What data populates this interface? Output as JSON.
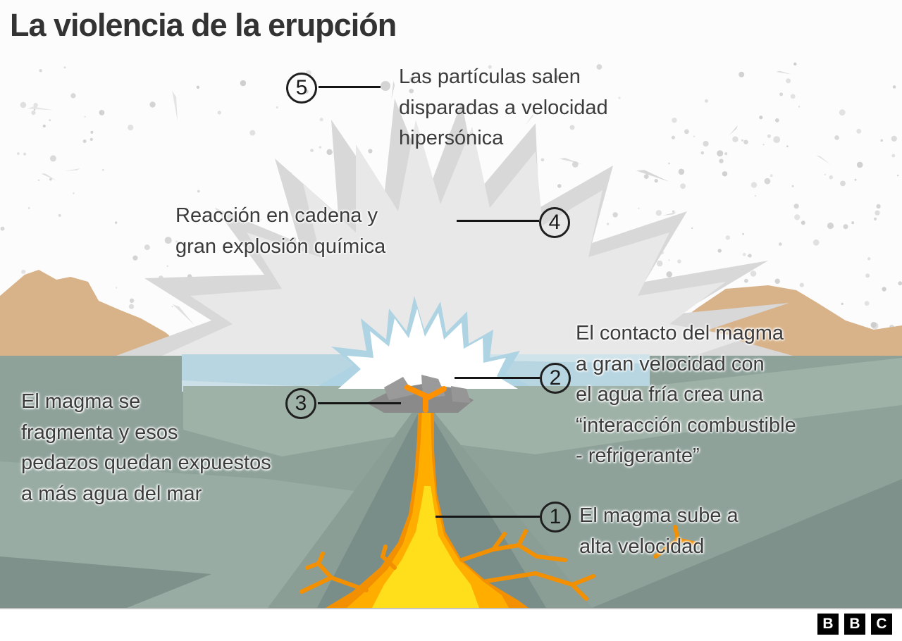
{
  "title": "La violencia de la erupción",
  "annotations": [
    {
      "num": "1",
      "text": "El magma sube a\nalta velocidad"
    },
    {
      "num": "2",
      "text": "El contacto del magma\na gran velocidad con\nel agua fría crea una\n“interacción combustible\n- refrigerante”"
    },
    {
      "num": "3",
      "text": "El magma se\nfragmenta y esos\npedazos quedan expuestos\na más agua del mar"
    },
    {
      "num": "4",
      "text": "Reacción en cadena y\ngran explosión química"
    },
    {
      "num": "5",
      "text": "Las partículas salen\ndisparadas a velocidad\nhipersónica"
    }
  ],
  "logo": {
    "letters": [
      "B",
      "B",
      "C"
    ]
  },
  "colors": {
    "text": "#3b3b3b",
    "background": "#ffffff",
    "explosion_gray_dark": "#d8d8d8",
    "explosion_gray_light": "#e9e8e8",
    "water_blue": "#b7d6e2",
    "water_blue_light": "#d3e5ec",
    "sea_green_base": "#8ea29a",
    "mountain_tan": "#d8b288",
    "magma_orange": "#f29002",
    "magma_mid": "#ffae00",
    "magma_yellow": "#ffdf1b",
    "rock_gray": "#8e8e8e",
    "surface_star_blue": "#aed3e2",
    "surface_star_white": "#ffffff"
  }
}
